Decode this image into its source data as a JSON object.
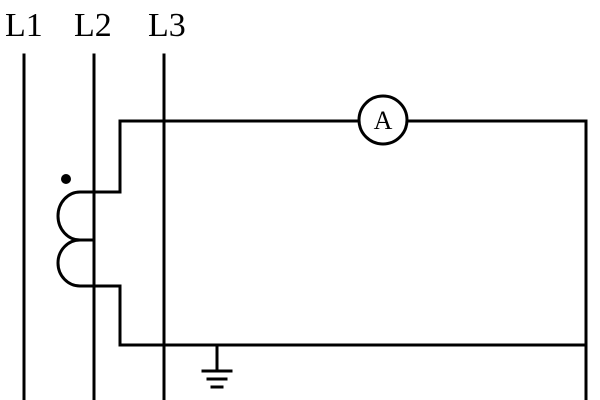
{
  "labels": {
    "phase_1": "L1",
    "phase_2": "L2",
    "phase_3": "L3",
    "ammeter": "A"
  },
  "colors": {
    "background": "#ffffff",
    "line": "#000000"
  },
  "components": {
    "current_transformer": "current-transformer-coil-icon",
    "ammeter": "ammeter-icon",
    "ground": "ground-icon",
    "polarity_mark": "polarity-dot-icon"
  }
}
